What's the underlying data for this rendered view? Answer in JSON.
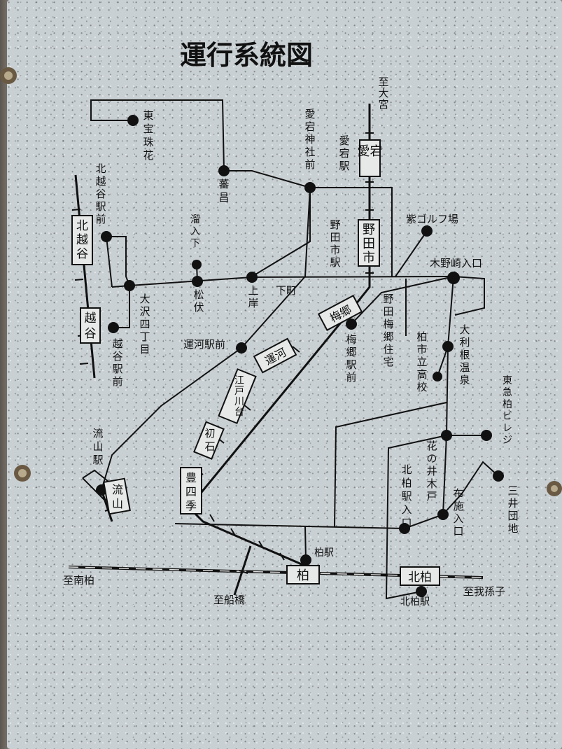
{
  "title": "運行系統図",
  "directions": {
    "to_omiya": "至大宮",
    "to_minami_kashiwa": "至南柏",
    "to_funabashi": "至船橋",
    "to_abiko": "至我孫子"
  },
  "stations": {
    "atago": "愛宕",
    "noda_shi": "野田市",
    "kita_koshigaya": "北越谷",
    "koshigaya": "越谷",
    "umesato": "梅郷",
    "unga": "運河",
    "edogawadai": "江戸川台",
    "hatsuishi": "初石",
    "toyoshiki": "豊四季",
    "nagareyama": "流山",
    "kashiwa": "柏",
    "kita_kashiwa": "北柏"
  },
  "stops": {
    "toho_juka": "東宝珠花",
    "hasumasa": "蕃昌",
    "atago_jinja_mae": "愛宕神社前",
    "atago_eki": "愛宕駅",
    "kita_koshigaya_eki_mae": "北越谷駅前",
    "tamari_iriguchi_shita": "溜入下",
    "matsubushi": "松伏",
    "kamigishi": "上岸",
    "shimomachi": "下町",
    "osawa_yonchome": "大沢四丁目",
    "koshigaya_eki_mae": "越谷駅前",
    "noda_shi_eki": "野田市駅",
    "murasaki_golf": "紫ゴルフ場",
    "kinozaki_iriguchi": "木野崎入口",
    "noda_umesato_jutaku": "野田梅郷住宅",
    "umesato_eki_mae": "梅郷駅前",
    "unga_eki_mae": "運河駅前",
    "otone_onsen": "大利根温泉",
    "kashiwa_shiritsu_koko": "柏市立高校",
    "tokyu_kashiwa_village": "東急柏ビレジ",
    "hananoi_kido": "花の井木戸",
    "kita_kashiwa_eki_iriguchi": "北柏駅入口",
    "mitsui_danchi": "三井団地",
    "fuse_iriguchi": "布施入口",
    "nagareyama_eki": "流山駅",
    "kashiwa_eki": "柏駅",
    "kita_kashiwa_eki": "北柏駅"
  },
  "colors": {
    "board": "#c9d0d3",
    "ink": "#111111",
    "station_box": "#e6e9e8"
  }
}
